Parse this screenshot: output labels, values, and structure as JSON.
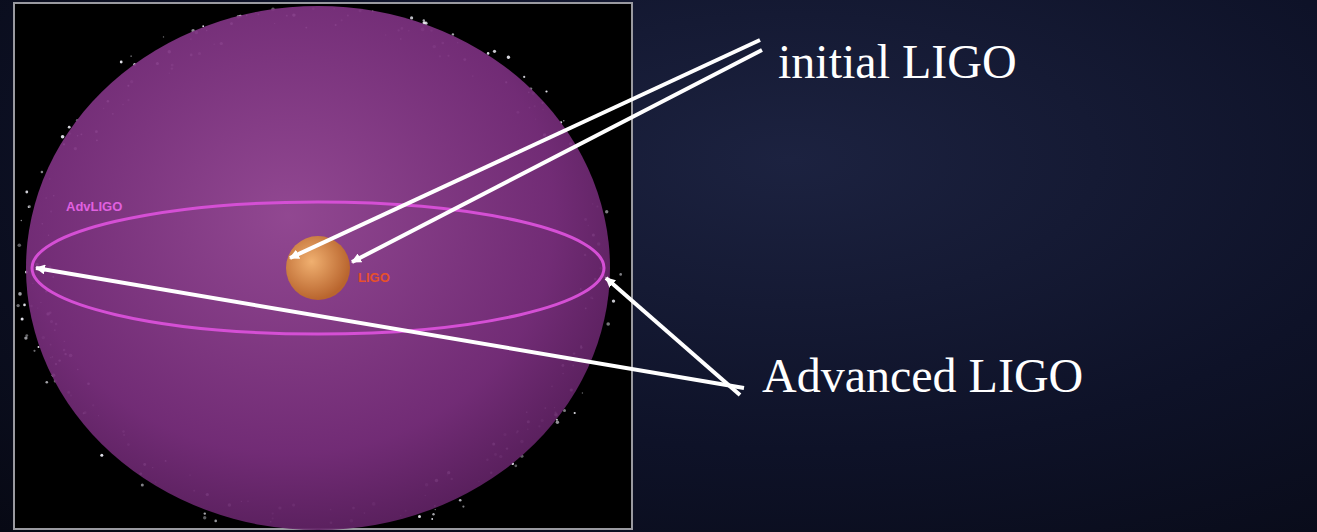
{
  "diagram": {
    "labels": [
      "initial LIGO",
      "Advanced LIGO",
      "AdvLIGO",
      "LIGO"
    ]
  }
}
